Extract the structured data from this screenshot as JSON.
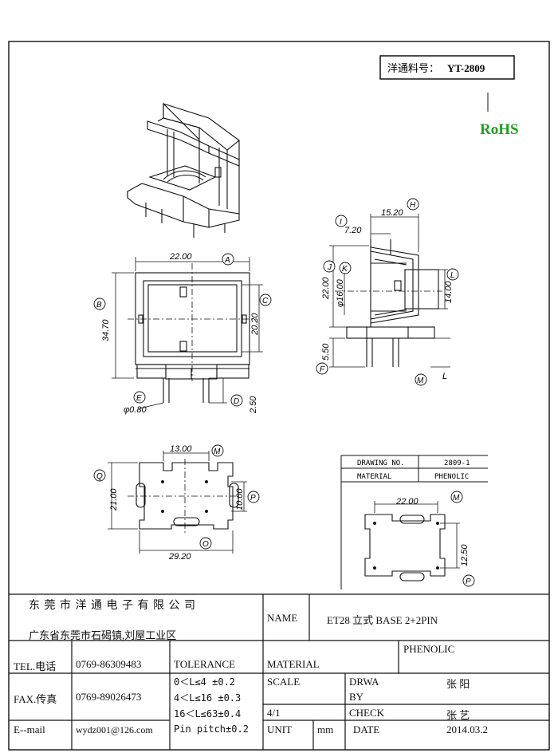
{
  "header": {
    "part_label": "洋通料号：",
    "part_number": "YT-2809",
    "rohs": "RoHS"
  },
  "colors": {
    "rohs": "#1ea01e",
    "line": "#111111"
  },
  "dimensions": {
    "top_width": "22.00",
    "height": "34.70",
    "inner_height": "20.20",
    "pin_dia": "φ0.80",
    "pin_len": "2.50",
    "side_width": "15.20",
    "side_offset": "7.20",
    "side_height": "22.00",
    "core_dia": "φ16.00",
    "side_inner": "14.00",
    "side_bottom": "5.50",
    "bottom_pitch": "13.00",
    "bottom_height": "21.00",
    "bottom_inner": "10.00",
    "bottom_width": "29.20",
    "pcb_width": "22.00",
    "pcb_height": "12.50"
  },
  "bubbles": [
    "A",
    "B",
    "C",
    "D",
    "E",
    "F",
    "H",
    "I",
    "J",
    "K",
    "L",
    "M",
    "Q",
    "P",
    "O"
  ],
  "inset_table": {
    "drawing_no_label": "DRAWING NO.",
    "drawing_no": "2809-1",
    "material_label": "MATERIAL",
    "material": "PHENOLIC"
  },
  "title_block": {
    "company": "东 莞 市 洋 通 电 子 有 限 公 司",
    "address": "广东省东莞市石碣镇,刘屋工业区",
    "name_label": "NAME",
    "name_value": "ET28  立式 BASE 2+2PIN",
    "tel_label": "TEL.电话",
    "tel_value": "0769-86309483",
    "fax_label": "FAX.传真",
    "fax_value": "0769-89026473",
    "email_label": "E--mail",
    "email_value": "wydz001@126.com",
    "tolerance_label": "TOLERANCE",
    "tol1": "0＜L≤4   ±0.2",
    "tol2": "4＜L≤16  ±0.3",
    "tol3": "16＜L≤63±0.4",
    "tol4": "Pin pitch±0.2",
    "material_label": "MATERIAL",
    "material_value": "PHENOLIC",
    "scale_label": "SCALE",
    "scale_value": "4/1",
    "drawn_label_1": "DRWA",
    "drawn_label_2": "BY",
    "drawn_value": "张  阳",
    "check_label": "CHECK",
    "check_value": "张  艺",
    "unit_label": "UNIT",
    "unit_value": "mm",
    "date_label": "DATE",
    "date_value": "2014.03.2"
  }
}
